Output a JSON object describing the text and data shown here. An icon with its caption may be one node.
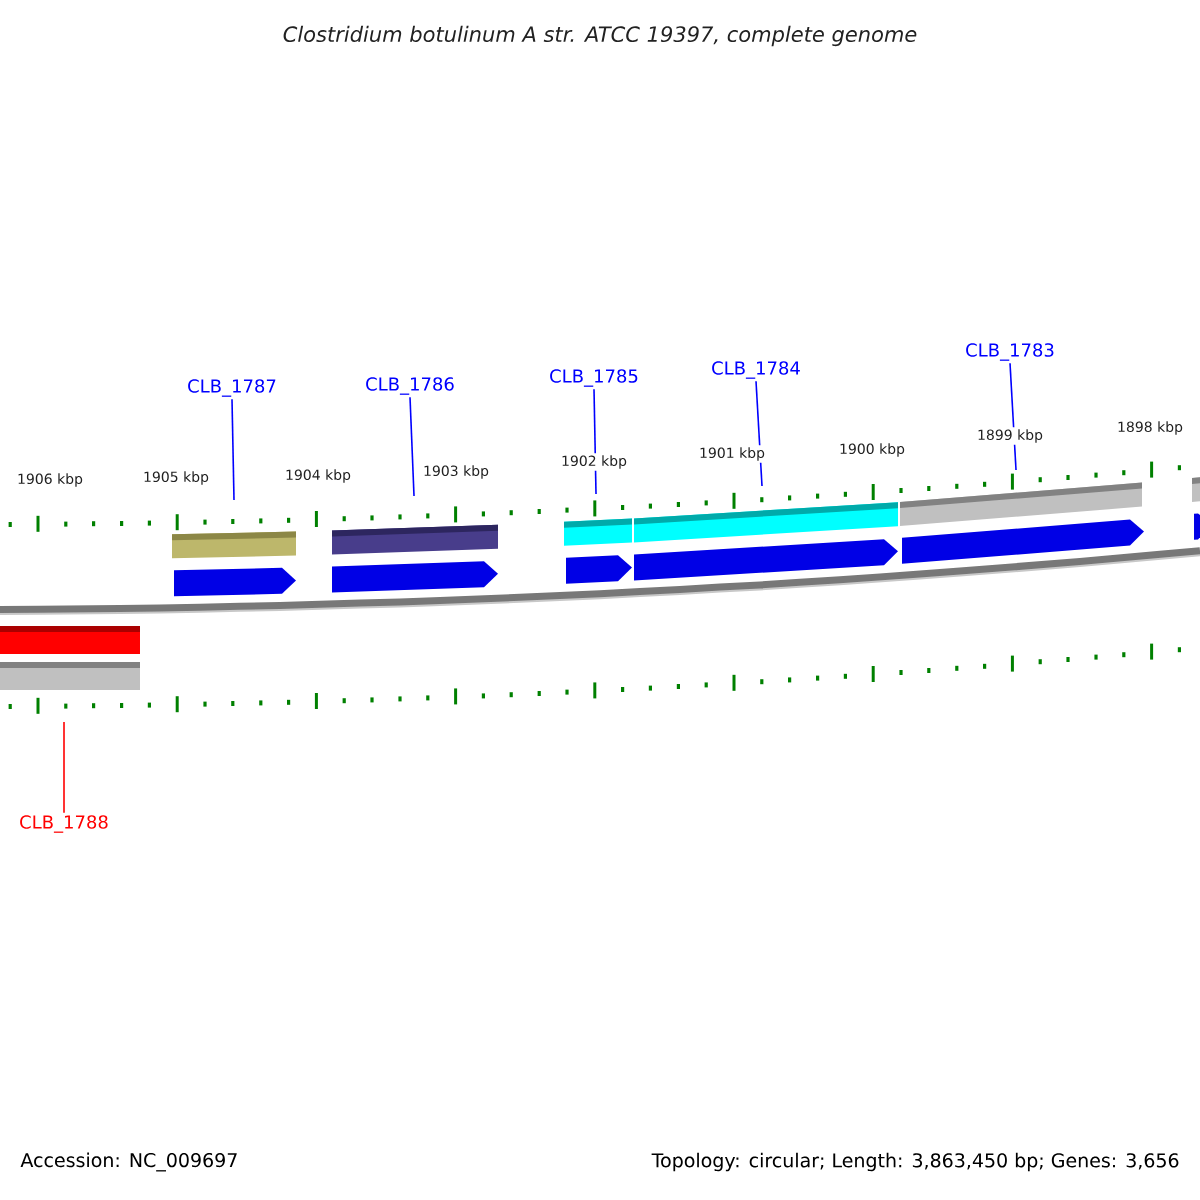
{
  "diagram": {
    "title": "Clostridium botulinum A str. ATCC 19397, complete genome",
    "nodes": [
      {
        "text": [
          "CLB_1787"
        ]
      },
      {
        "text": [
          "CLB_1786"
        ]
      },
      {
        "text": [
          "CLB_1785"
        ]
      },
      {
        "text": [
          "CLB_1784"
        ]
      },
      {
        "text": [
          "CLB_1783"
        ]
      },
      {
        "text": [
          "CLB_1788"
        ]
      }
    ],
    "edges": [
      {
        "from": 0,
        "to": null,
        "arrow": "none"
      },
      {
        "from": 1,
        "to": null,
        "arrow": "none"
      },
      {
        "from": 2,
        "to": null,
        "arrow": "none"
      },
      {
        "from": 3,
        "to": null,
        "arrow": "none"
      },
      {
        "from": 4,
        "to": null,
        "arrow": "none"
      },
      {
        "from": 5,
        "to": null,
        "arrow": "none",
        "color": "#ff0000"
      }
    ],
    "labels": [
      "1906 kbp",
      "1905 kbp",
      "1904 kbp",
      "1903 kbp",
      "1902 kbp",
      "1901 kbp",
      "1900 kbp",
      "1899 kbp",
      "1898 kbp",
      "Accession: NC_009697",
      "Topology: circular; Length: 3,863,450 bp; Genes: 3,656"
    ]
  }
}
